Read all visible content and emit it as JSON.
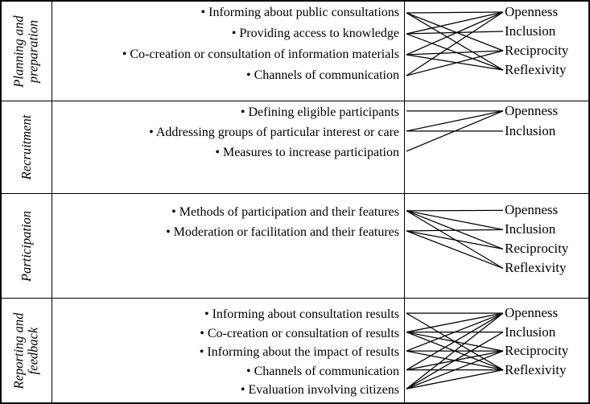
{
  "figure": {
    "description": "Phases of participation mapped to deliberative criteria",
    "text_color": "#000000",
    "line_color": "#000000",
    "border_color": "#000000",
    "rows": [
      {
        "phase": "Planning and preparation",
        "phase_lines": [
          "Planning and",
          "preparation"
        ],
        "items": [
          "Informing about public consultations",
          "Providing access to knowledge",
          "Co-creation or consultation of information materials",
          "Channels of communication"
        ],
        "values": [
          "Openness",
          "Inclusion",
          "Reciprocity",
          "Reflexivity"
        ],
        "edges": [
          [
            0,
            0
          ],
          [
            0,
            2
          ],
          [
            0,
            3
          ],
          [
            1,
            0
          ],
          [
            1,
            1
          ],
          [
            1,
            3
          ],
          [
            2,
            0
          ],
          [
            2,
            2
          ],
          [
            2,
            3
          ],
          [
            3,
            0
          ],
          [
            3,
            2
          ]
        ]
      },
      {
        "phase": "Recruitment",
        "phase_lines": [
          "Recruitment"
        ],
        "items": [
          "Defining eligible participants",
          "Addressing groups of particular interest or care",
          "Measures to increase participation"
        ],
        "values": [
          "Openness",
          "Inclusion"
        ],
        "edges": [
          [
            0,
            0
          ],
          [
            1,
            0
          ],
          [
            1,
            1
          ],
          [
            2,
            0
          ]
        ]
      },
      {
        "phase": "Participation",
        "phase_lines": [
          "Participation"
        ],
        "items": [
          "Methods of participation and their features",
          "Moderation or facilitation and their features"
        ],
        "values": [
          "Openness",
          "Inclusion",
          "Reciprocity",
          "Reflexivity"
        ],
        "edges": [
          [
            0,
            0
          ],
          [
            0,
            1
          ],
          [
            0,
            2
          ],
          [
            0,
            3
          ],
          [
            1,
            1
          ],
          [
            1,
            2
          ],
          [
            1,
            3
          ]
        ]
      },
      {
        "phase": "Reporting and feedback",
        "phase_lines": [
          "Reporting and",
          "feedback"
        ],
        "items": [
          "Informing about consultation results",
          "Co-creation or consultation of results",
          "Informing about the impact of results",
          "Channels of communication",
          "Evaluation involving citizens"
        ],
        "values": [
          "Openness",
          "Inclusion",
          "Reciprocity",
          "Reflexivity"
        ],
        "edges": [
          [
            0,
            0
          ],
          [
            0,
            3
          ],
          [
            1,
            0
          ],
          [
            1,
            1
          ],
          [
            1,
            2
          ],
          [
            1,
            3
          ],
          [
            2,
            0
          ],
          [
            2,
            2
          ],
          [
            2,
            3
          ],
          [
            3,
            0
          ],
          [
            3,
            2
          ],
          [
            3,
            3
          ],
          [
            4,
            0
          ],
          [
            4,
            1
          ],
          [
            4,
            2
          ],
          [
            4,
            3
          ]
        ]
      }
    ]
  }
}
